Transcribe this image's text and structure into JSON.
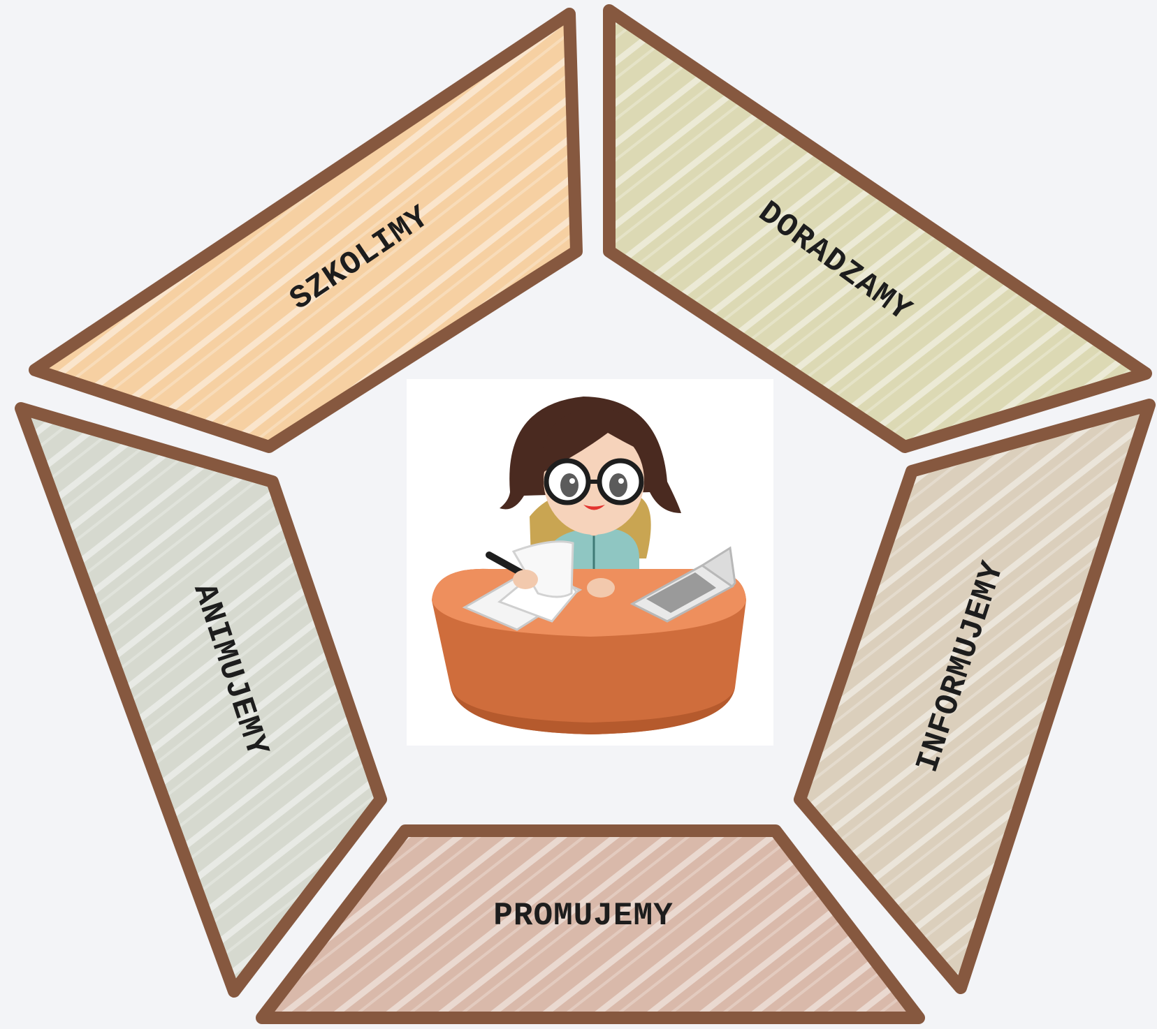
{
  "diagram": {
    "segments": [
      {
        "id": "szkolimy",
        "label": "SZKOLIMY",
        "fill": "#f6d0a2"
      },
      {
        "id": "doradzamy",
        "label": "DORADZAMY",
        "fill": "#dcd9b4"
      },
      {
        "id": "informujemy",
        "label": "INFORMUJEMY",
        "fill": "#dbcfbc"
      },
      {
        "id": "promujemy",
        "label": "PROMUJEMY",
        "fill": "#d9b9aa"
      },
      {
        "id": "animujemy",
        "label": "ANIMUJEMY",
        "fill": "#d6d9cf"
      }
    ],
    "frame_color": "#86583f",
    "center_image": "woman-at-desk-illustration"
  }
}
